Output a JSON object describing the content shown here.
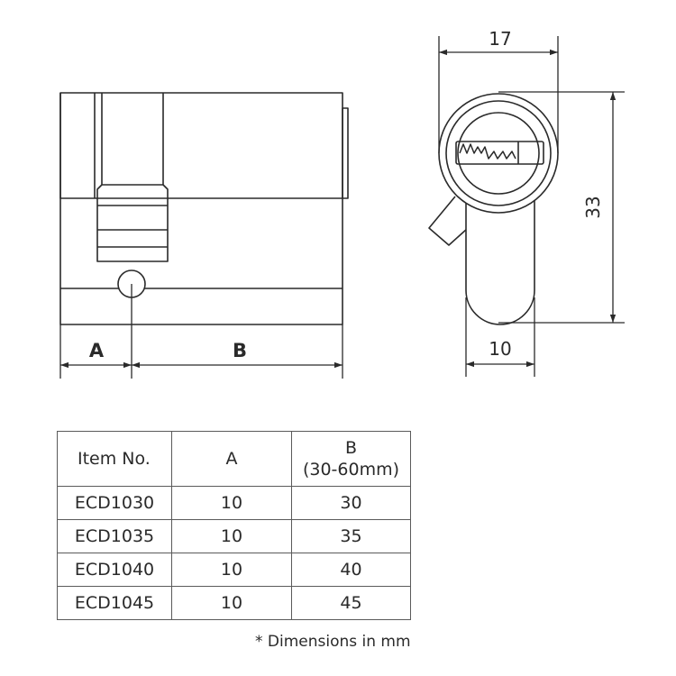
{
  "drawing": {
    "front_view": {
      "dimension_a_label": "A",
      "dimension_b_label": "B"
    },
    "side_view": {
      "width_label": "17",
      "height_label": "33",
      "bottom_width_label": "10"
    }
  },
  "table": {
    "headers": {
      "item_no": "Item No.",
      "a": "A",
      "b": "B",
      "b_range": "(30-60mm)"
    },
    "rows": [
      {
        "item": "ECD1030",
        "a": "10",
        "b": "30"
      },
      {
        "item": "ECD1035",
        "a": "10",
        "b": "35"
      },
      {
        "item": "ECD1040",
        "a": "10",
        "b": "40"
      },
      {
        "item": "ECD1045",
        "a": "10",
        "b": "45"
      }
    ]
  },
  "footnote": "* Dimensions in mm"
}
